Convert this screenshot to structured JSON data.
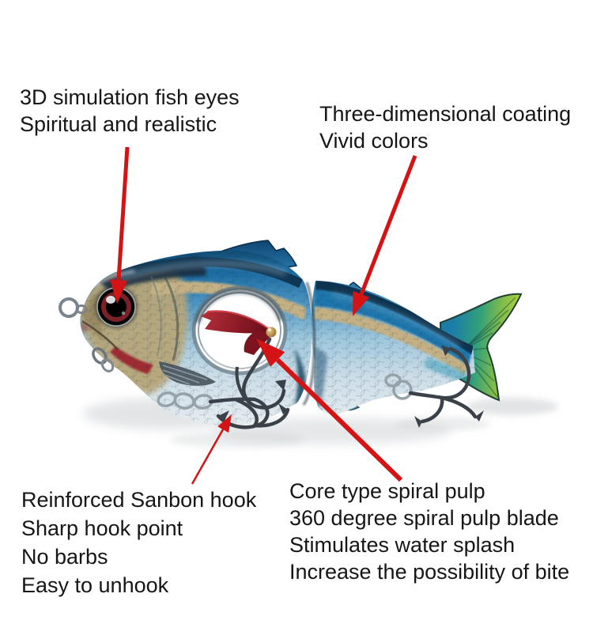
{
  "annotations": {
    "top_left": {
      "lines": [
        "3D simulation fish eyes",
        "Spiritual and realistic"
      ]
    },
    "top_right": {
      "lines": [
        "Three-dimensional coating",
        "Vivid colors"
      ]
    },
    "bottom_left": {
      "lines": [
        "Reinforced Sanbon hook",
        "Sharp hook point",
        "No barbs",
        "Easy to unhook"
      ]
    },
    "bottom_right": {
      "lines": [
        "Core type spiral pulp",
        "360 degree spiral pulp blade",
        "Stimulates water splash",
        "Increase the possibility of bite"
      ]
    }
  },
  "figure": {
    "alt": "Jointed swimbait fishing lure with red annotation arrows",
    "colors": {
      "arrow": "#d41414",
      "text": "#161616",
      "background": "#ffffff",
      "body_navy": "#0e3350",
      "body_blue": "#1e74ab",
      "stripe_gold": "#c4b083",
      "belly_silver": "#e9eef1",
      "head_tan": "#b7a67a",
      "gill_red": "#9e2a30",
      "blade_red": "#7c141f",
      "bead_gold": "#c79b4e",
      "tail_teal": "#1c7ca8",
      "tail_green": "#7fbc4a",
      "tail_yellow": "#c9dc3e",
      "hook_gray": "#3a4148",
      "ring_silver": "#97a1a8",
      "shadow": "#c7cccf"
    }
  }
}
